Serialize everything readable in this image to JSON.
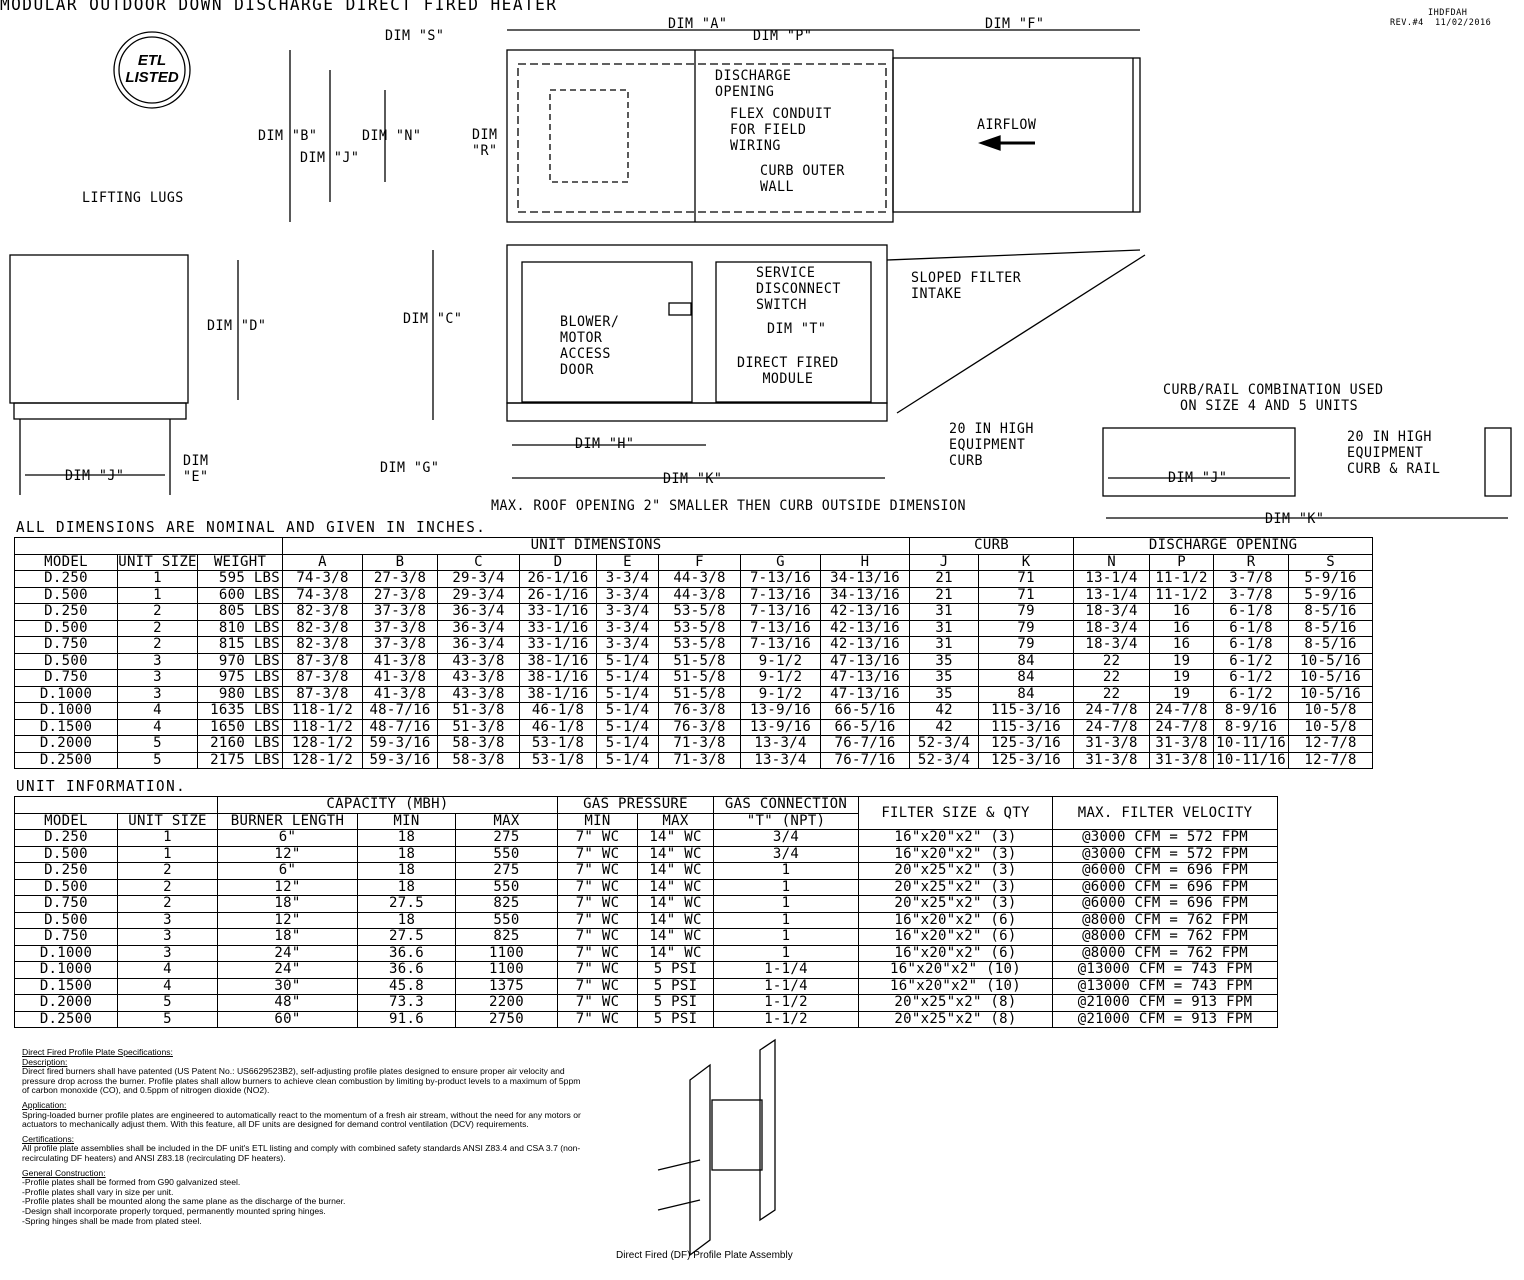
{
  "header": {
    "title": "MODULAR OUTDOOR DOWN DISCHARGE DIRECT FIRED HEATER",
    "drawing_id": "IHDFDAH",
    "revision": "REV.#4",
    "date": "11/02/2016",
    "etl_mark": "ETL LISTED"
  },
  "drawing": {
    "dim_a": "DIM \"A\"",
    "dim_f": "DIM \"F\"",
    "dim_s": "DIM \"S\"",
    "dim_p": "DIM \"P\"",
    "dim_b": "DIM \"B\"",
    "dim_j": "DIM \"J\"",
    "dim_n": "DIM \"N\"",
    "dim_r": "DIM\n\"R\"",
    "discharge_opening": "DISCHARGE\nOPENING",
    "flex_conduit": "FLEX CONDUIT\nFOR FIELD\nWIRING",
    "curb_outer_wall": "CURB OUTER\nWALL",
    "airflow": "AIRFLOW",
    "lifting_lugs": "LIFTING LUGS",
    "dim_d": "DIM \"D\"",
    "dim_e": "DIM\n\"E\"",
    "dim_j_side": "DIM \"J\"",
    "dim_c": "DIM \"C\"",
    "dim_g": "DIM \"G\"",
    "dim_h": "DIM \"H\"",
    "dim_k": "DIM \"K\"",
    "dim_t": "DIM \"T\"",
    "blower_door": "BLOWER/\nMOTOR\nACCESS\nDOOR",
    "service_disconnect": "SERVICE\nDISCONNECT\nSWITCH",
    "direct_fired_module": "DIRECT FIRED\nMODULE",
    "sloped_filter": "SLOPED FILTER\nINTAKE",
    "curb_note": "20 IN HIGH\nEQUIPMENT\nCURB",
    "roof_opening_note": "MAX. ROOF OPENING 2\" SMALLER THEN CURB OUTSIDE DIMENSION",
    "curb_rail_title": "CURB/RAIL COMBINATION USED\n  ON SIZE 4 AND 5 UNITS",
    "curb_rail_note": "20 IN HIGH\nEQUIPMENT\nCURB & RAIL",
    "dim_j_rail": "DIM \"J\"",
    "dim_k_rail": "DIM \"K\""
  },
  "dimensions_table": {
    "caption": "ALL DIMENSIONS ARE NOMINAL AND GIVEN IN INCHES.",
    "group_headers": [
      "UNIT DIMENSIONS",
      "CURB",
      "DISCHARGE OPENING"
    ],
    "columns": [
      "MODEL",
      "UNIT SIZE",
      "WEIGHT",
      "A",
      "B",
      "C",
      "D",
      "E",
      "F",
      "G",
      "H",
      "J",
      "K",
      "N",
      "P",
      "R",
      "S"
    ],
    "rows": [
      [
        "D.250",
        "1",
        "595 LBS",
        "74-3/8",
        "27-3/8",
        "29-3/4",
        "26-1/16",
        "3-3/4",
        "44-3/8",
        "7-13/16",
        "34-13/16",
        "21",
        "71",
        "13-1/4",
        "11-1/2",
        "3-7/8",
        "5-9/16"
      ],
      [
        "D.500",
        "1",
        "600 LBS",
        "74-3/8",
        "27-3/8",
        "29-3/4",
        "26-1/16",
        "3-3/4",
        "44-3/8",
        "7-13/16",
        "34-13/16",
        "21",
        "71",
        "13-1/4",
        "11-1/2",
        "3-7/8",
        "5-9/16"
      ],
      [
        "D.250",
        "2",
        "805 LBS",
        "82-3/8",
        "37-3/8",
        "36-3/4",
        "33-1/16",
        "3-3/4",
        "53-5/8",
        "7-13/16",
        "42-13/16",
        "31",
        "79",
        "18-3/4",
        "16",
        "6-1/8",
        "8-5/16"
      ],
      [
        "D.500",
        "2",
        "810 LBS",
        "82-3/8",
        "37-3/8",
        "36-3/4",
        "33-1/16",
        "3-3/4",
        "53-5/8",
        "7-13/16",
        "42-13/16",
        "31",
        "79",
        "18-3/4",
        "16",
        "6-1/8",
        "8-5/16"
      ],
      [
        "D.750",
        "2",
        "815 LBS",
        "82-3/8",
        "37-3/8",
        "36-3/4",
        "33-1/16",
        "3-3/4",
        "53-5/8",
        "7-13/16",
        "42-13/16",
        "31",
        "79",
        "18-3/4",
        "16",
        "6-1/8",
        "8-5/16"
      ],
      [
        "D.500",
        "3",
        "970 LBS",
        "87-3/8",
        "41-3/8",
        "43-3/8",
        "38-1/16",
        "5-1/4",
        "51-5/8",
        "9-1/2",
        "47-13/16",
        "35",
        "84",
        "22",
        "19",
        "6-1/2",
        "10-5/16"
      ],
      [
        "D.750",
        "3",
        "975 LBS",
        "87-3/8",
        "41-3/8",
        "43-3/8",
        "38-1/16",
        "5-1/4",
        "51-5/8",
        "9-1/2",
        "47-13/16",
        "35",
        "84",
        "22",
        "19",
        "6-1/2",
        "10-5/16"
      ],
      [
        "D.1000",
        "3",
        "980 LBS",
        "87-3/8",
        "41-3/8",
        "43-3/8",
        "38-1/16",
        "5-1/4",
        "51-5/8",
        "9-1/2",
        "47-13/16",
        "35",
        "84",
        "22",
        "19",
        "6-1/2",
        "10-5/16"
      ],
      [
        "D.1000",
        "4",
        "1635 LBS",
        "118-1/2",
        "48-7/16",
        "51-3/8",
        "46-1/8",
        "5-1/4",
        "76-3/8",
        "13-9/16",
        "66-5/16",
        "42",
        "115-3/16",
        "24-7/8",
        "24-7/8",
        "8-9/16",
        "10-5/8"
      ],
      [
        "D.1500",
        "4",
        "1650 LBS",
        "118-1/2",
        "48-7/16",
        "51-3/8",
        "46-1/8",
        "5-1/4",
        "76-3/8",
        "13-9/16",
        "66-5/16",
        "42",
        "115-3/16",
        "24-7/8",
        "24-7/8",
        "8-9/16",
        "10-5/8"
      ],
      [
        "D.2000",
        "5",
        "2160 LBS",
        "128-1/2",
        "59-3/16",
        "58-3/8",
        "53-1/8",
        "5-1/4",
        "71-3/8",
        "13-3/4",
        "76-7/16",
        "52-3/4",
        "125-3/16",
        "31-3/8",
        "31-3/8",
        "10-11/16",
        "12-7/8"
      ],
      [
        "D.2500",
        "5",
        "2175 LBS",
        "128-1/2",
        "59-3/16",
        "58-3/8",
        "53-1/8",
        "5-1/4",
        "71-3/8",
        "13-3/4",
        "76-7/16",
        "52-3/4",
        "125-3/16",
        "31-3/8",
        "31-3/8",
        "10-11/16",
        "12-7/8"
      ]
    ]
  },
  "unit_info_table": {
    "caption": "UNIT INFORMATION.",
    "group_headers": [
      "CAPACITY (MBH)",
      "GAS PRESSURE",
      "GAS CONNECTION",
      "FILTER SIZE & QTY",
      "MAX. FILTER VELOCITY"
    ],
    "columns": [
      "MODEL",
      "UNIT SIZE",
      "BURNER LENGTH",
      "MIN",
      "MAX",
      "MIN",
      "MAX",
      "\"T\" (NPT)"
    ],
    "rows": [
      [
        "D.250",
        "1",
        "6\"",
        "18",
        "275",
        "7\" WC",
        "14\" WC",
        "3/4",
        "16\"x20\"x2\" (3)",
        "@3000 CFM = 572 FPM"
      ],
      [
        "D.500",
        "1",
        "12\"",
        "18",
        "550",
        "7\" WC",
        "14\" WC",
        "3/4",
        "16\"x20\"x2\" (3)",
        "@3000 CFM = 572 FPM"
      ],
      [
        "D.250",
        "2",
        "6\"",
        "18",
        "275",
        "7\" WC",
        "14\" WC",
        "1",
        "20\"x25\"x2\" (3)",
        "@6000 CFM = 696 FPM"
      ],
      [
        "D.500",
        "2",
        "12\"",
        "18",
        "550",
        "7\" WC",
        "14\" WC",
        "1",
        "20\"x25\"x2\" (3)",
        "@6000 CFM = 696 FPM"
      ],
      [
        "D.750",
        "2",
        "18\"",
        "27.5",
        "825",
        "7\" WC",
        "14\" WC",
        "1",
        "20\"x25\"x2\" (3)",
        "@6000 CFM = 696 FPM"
      ],
      [
        "D.500",
        "3",
        "12\"",
        "18",
        "550",
        "7\" WC",
        "14\" WC",
        "1",
        "16\"x20\"x2\" (6)",
        "@8000 CFM = 762 FPM"
      ],
      [
        "D.750",
        "3",
        "18\"",
        "27.5",
        "825",
        "7\" WC",
        "14\" WC",
        "1",
        "16\"x20\"x2\" (6)",
        "@8000 CFM = 762 FPM"
      ],
      [
        "D.1000",
        "3",
        "24\"",
        "36.6",
        "1100",
        "7\" WC",
        "14\" WC",
        "1",
        "16\"x20\"x2\" (6)",
        "@8000 CFM = 762 FPM"
      ],
      [
        "D.1000",
        "4",
        "24\"",
        "36.6",
        "1100",
        "7\" WC",
        "5 PSI",
        "1-1/4",
        "16\"x20\"x2\" (10)",
        "@13000 CFM = 743 FPM"
      ],
      [
        "D.1500",
        "4",
        "30\"",
        "45.8",
        "1375",
        "7\" WC",
        "5 PSI",
        "1-1/4",
        "16\"x20\"x2\" (10)",
        "@13000 CFM = 743 FPM"
      ],
      [
        "D.2000",
        "5",
        "48\"",
        "73.3",
        "2200",
        "7\" WC",
        "5 PSI",
        "1-1/2",
        "20\"x25\"x2\" (8)",
        "@21000 CFM = 913 FPM"
      ],
      [
        "D.2500",
        "5",
        "60\"",
        "91.6",
        "2750",
        "7\" WC",
        "5 PSI",
        "1-1/2",
        "20\"x25\"x2\" (8)",
        "@21000 CFM = 913 FPM"
      ]
    ]
  },
  "specifications": {
    "title": "Direct Fired Profile Plate Specifications:",
    "description_heading": "Description:",
    "description": "Direct fired burners shall have patented (US Patent No.: US6629523B2), self-adjusting profile plates designed to ensure proper air velocity and pressure drop across the burner. Profile plates shall allow burners to achieve clean combustion by limiting by-product levels to a maximum of 5ppm of carbon monoxide (CO), and 0.5ppm of nitrogen dioxide (NO2).",
    "application_heading": "Application:",
    "application": "Spring-loaded burner profile plates are engineered to automatically react to the momentum of a fresh air stream, without the need for any motors or actuators to mechanically adjust them. With this feature, all DF units are designed for demand control ventilation (DCV) requirements.",
    "certifications_heading": "Certifications:",
    "certifications": "All profile plate assemblies shall be included in the DF unit's ETL listing and comply with combined safety standards ANSI Z83.4 and CSA 3.7 (non-recirculating DF heaters) and ANSI Z83.18 (recirculating DF heaters).",
    "construction_heading": "General Construction:",
    "construction": [
      "-Profile plates shall be formed from G90 galvanized steel.",
      "-Profile plates shall vary in size per unit.",
      "-Profile plates shall be mounted along the same plane as the discharge of the burner.",
      "-Design shall incorporate properly torqued, permanently mounted spring hinges.",
      "-Spring hinges shall be made from plated steel."
    ],
    "figure_caption": "Direct Fired (DF) Profile Plate Assembly"
  }
}
